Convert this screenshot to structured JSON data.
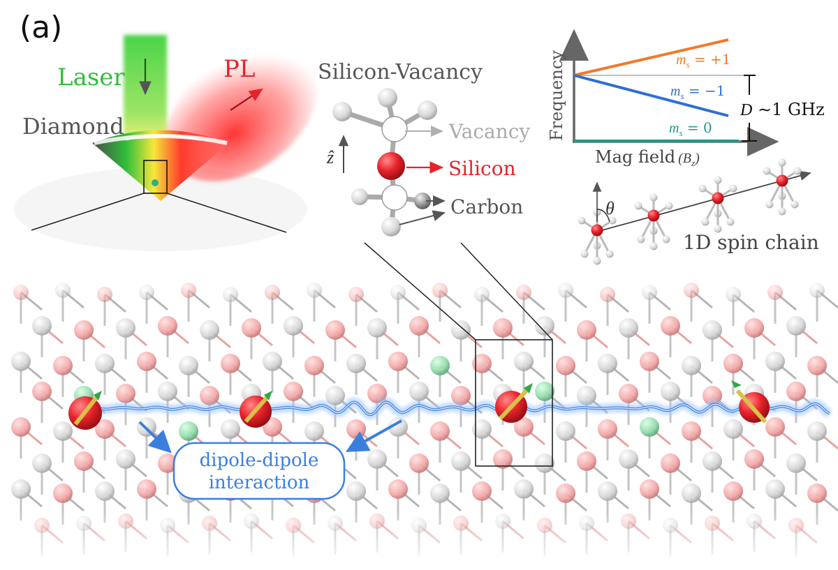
{
  "panel_label": "(a)",
  "diamond": {
    "laser_label": "Laser",
    "pl_label": "PL",
    "diamond_label": "Diamond"
  },
  "defect": {
    "title": "Silicon-Vacancy",
    "vacancy_label": "Vacancy",
    "silicon_label": "Silicon",
    "carbon_label": "Carbon",
    "axis_label": "ẑ"
  },
  "level_plot": {
    "ylabel": "Frequency",
    "xlabel": "Mag field",
    "xlabel_var": "(B",
    "xlabel_sub": "z",
    "xlabel_close": ")",
    "levels": [
      {
        "label": "m",
        "sub": "s",
        "value": " = +1",
        "color": "#f07a2a"
      },
      {
        "label": "m",
        "sub": "s",
        "value": " = −1",
        "color": "#2f6fd6"
      },
      {
        "label": "m",
        "sub": "s",
        "value": " = 0",
        "color": "#1f9a8a"
      }
    ],
    "gap_label_D": "D",
    "gap_label_value": " ∼1 GHz"
  },
  "spin_chain": {
    "label": "1D spin chain",
    "angle_label": "θ"
  },
  "lattice": {
    "interaction_line1": "dipole-dipole",
    "interaction_line2": "interaction"
  },
  "colors": {
    "laser_green": "#3fd13f",
    "pl_red": "#ff3030",
    "silicon_red": "#e8222a",
    "interaction_blue": "#3a7fe0",
    "carbon_gray": "#8c8c8c"
  }
}
